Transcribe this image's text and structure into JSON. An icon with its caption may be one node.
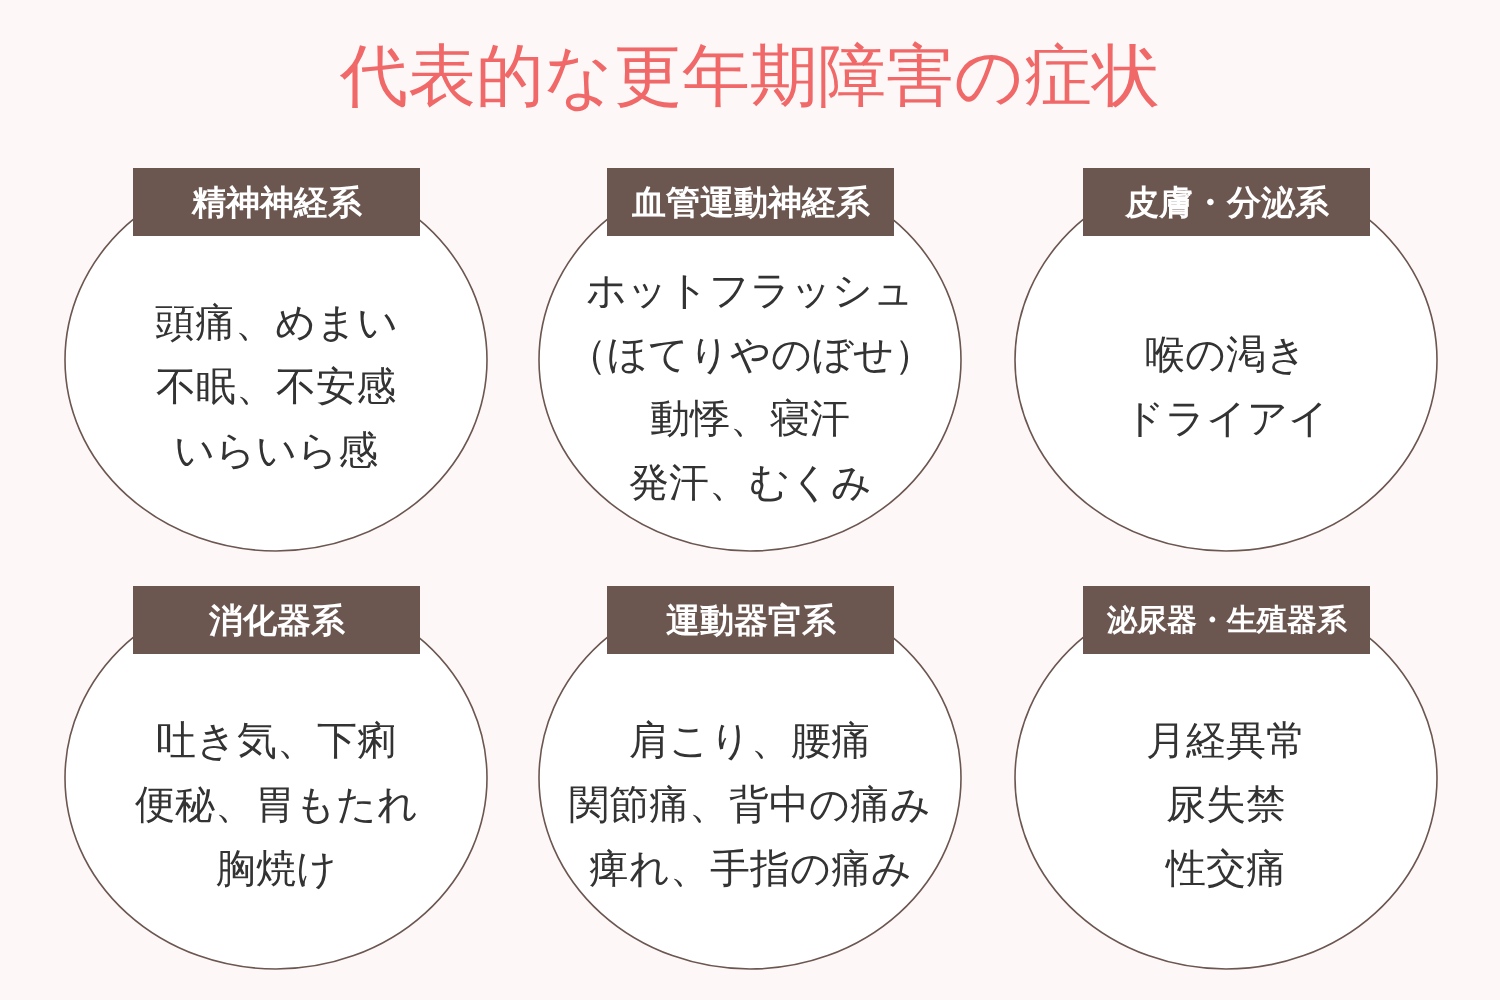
{
  "diagram": {
    "title": "代表的な更年期障害の症状",
    "nodes": [
      {
        "text": [
          "頭痛、めまい",
          "不眠、不安感",
          "いらいら感"
        ]
      },
      {
        "text": [
          "精神神経系"
        ],
        "in": 0
      },
      {
        "text": [
          "ホットフラッシュ",
          "（ほてりやのぼせ）",
          "動悸、寝汗",
          "発汗、むくみ"
        ]
      },
      {
        "text": [
          "血管運動神経系"
        ],
        "in": 2
      },
      {
        "text": [
          "喉の渇き",
          "ドライアイ"
        ]
      },
      {
        "text": [
          "皮膚・分泌系"
        ],
        "in": 4
      },
      {
        "text": [
          "吐き気、下痢",
          "便秘、胃もたれ",
          "胸焼け"
        ]
      },
      {
        "text": [
          "消化器系"
        ],
        "in": 6
      },
      {
        "text": [
          "肩こり、腰痛",
          "関節痛、背中の痛み",
          "痺れ、手指の痛み"
        ]
      },
      {
        "text": [
          "運動器官系"
        ],
        "in": 8
      },
      {
        "text": [
          "月経異常",
          "尿失禁",
          "性交痛"
        ]
      },
      {
        "text": [
          "泌尿器・生殖器系"
        ],
        "in": 10
      }
    ]
  }
}
